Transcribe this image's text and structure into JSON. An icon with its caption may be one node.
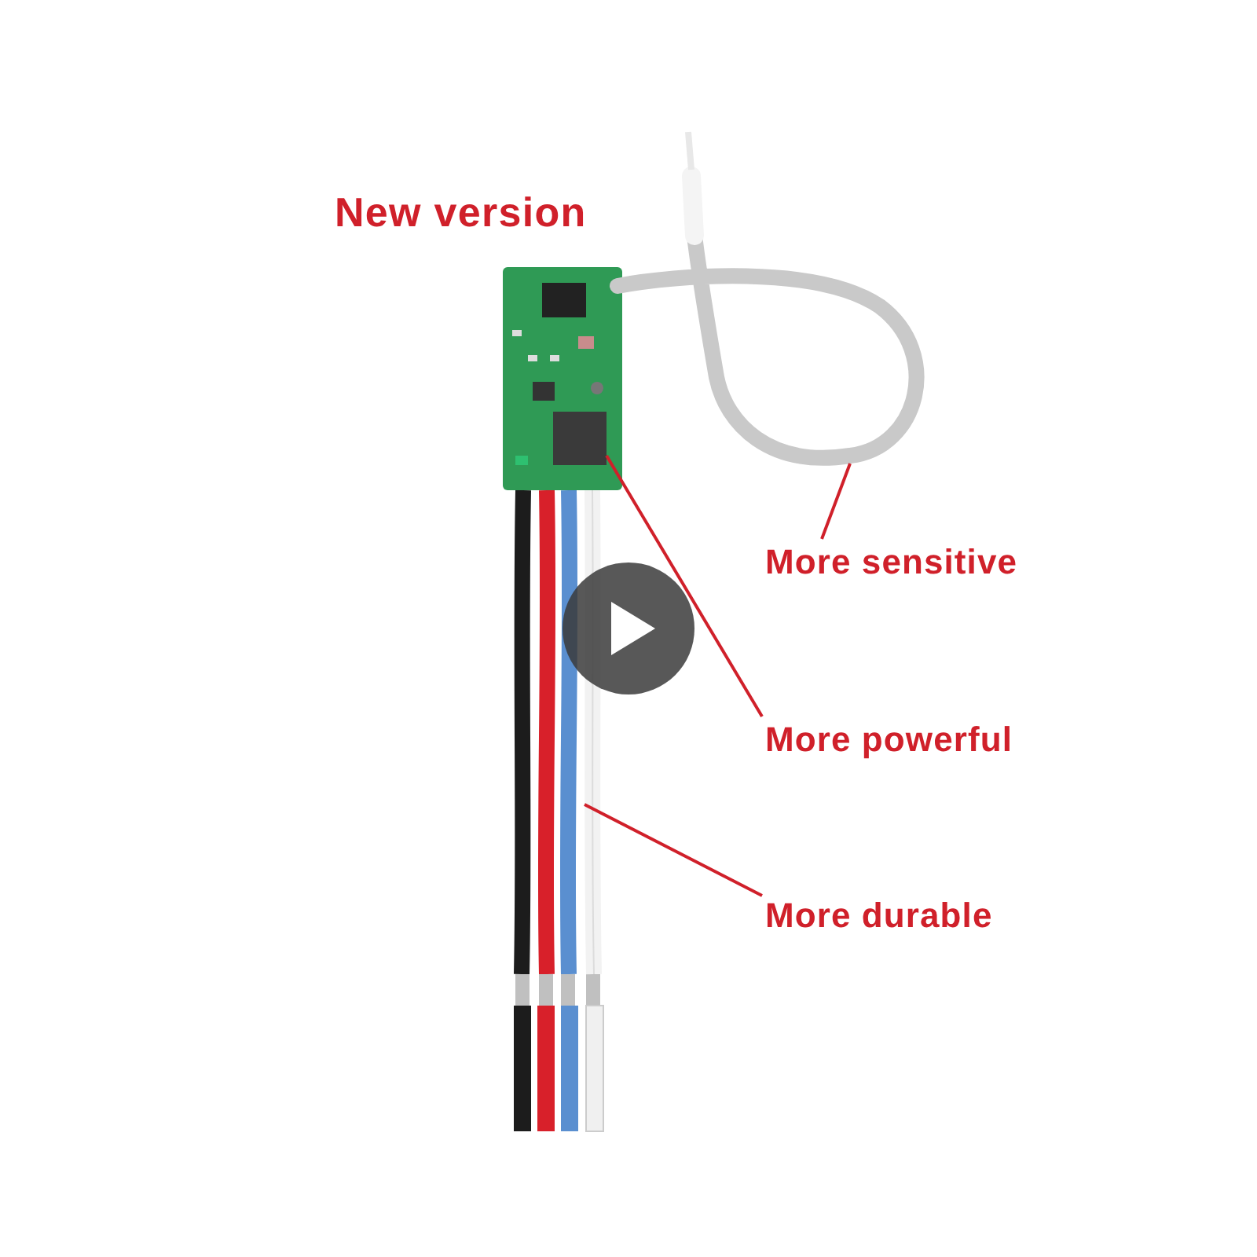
{
  "diagram": {
    "nodes": [
      {
        "text": [
          "More sensitive"
        ]
      },
      {
        "text": [],
        "shape": "picture"
      },
      {
        "text": [
          "More powerful"
        ]
      },
      {
        "text": [],
        "shape": "box"
      },
      {
        "text": [
          "More durable"
        ]
      },
      {
        "text": [],
        "shape": "picture"
      }
    ],
    "edges": [
      {
        "from": 0,
        "to": 1,
        "arrow": "none"
      },
      {
        "from": 2,
        "to": 3,
        "arrow": "none"
      },
      {
        "from": 4,
        "to": 5,
        "arrow": "none"
      }
    ],
    "labels": [
      "New version"
    ]
  }
}
